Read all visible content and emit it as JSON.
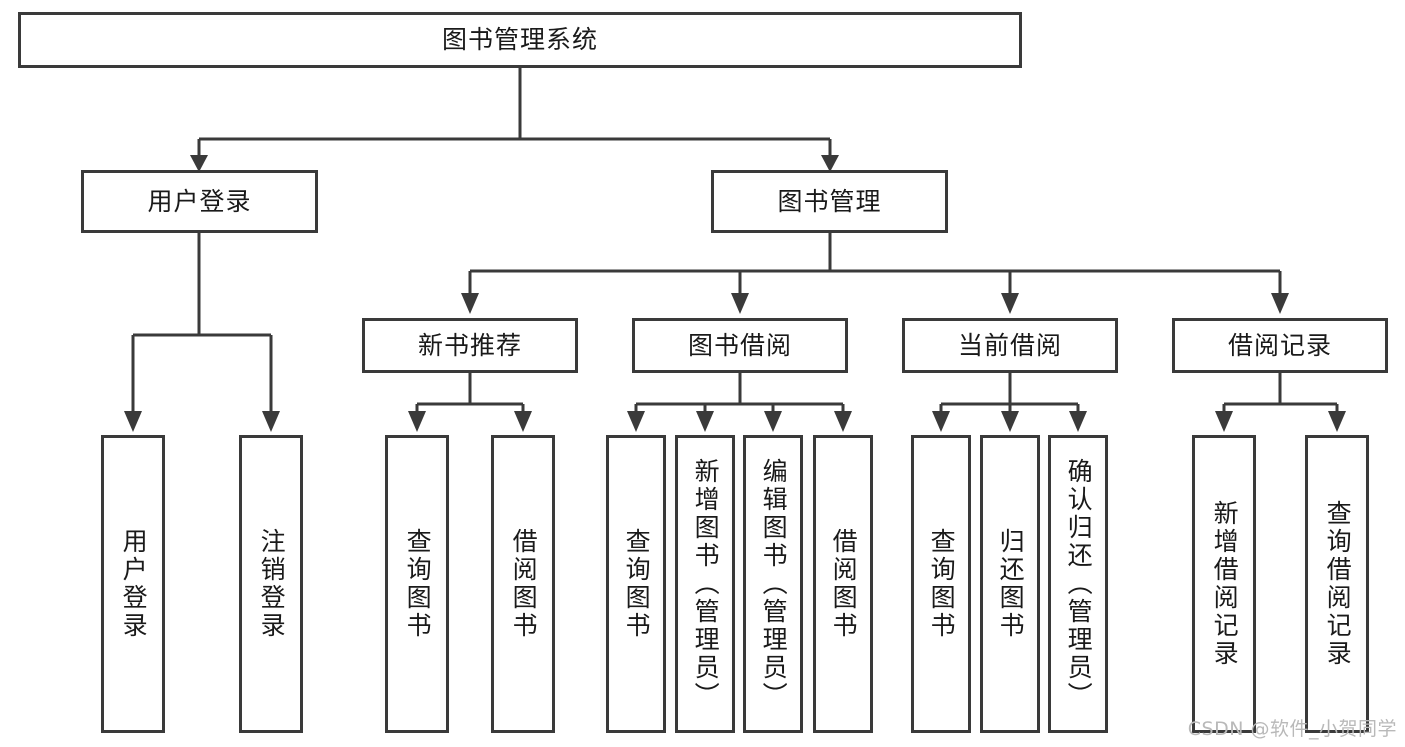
{
  "diagram": {
    "type": "tree",
    "title": "图书管理系统",
    "orientation": "top-down",
    "colors": {
      "stroke": "#3a3a3a",
      "box_fill": "#ffffff",
      "text": "#1a1a1a",
      "background": "#ffffff",
      "watermark": "#b9b9b9"
    },
    "root": {
      "label": "图书管理系统"
    },
    "level2": [
      {
        "label": "用户登录"
      },
      {
        "label": "图书管理"
      }
    ],
    "level3": [
      {
        "label": "新书推荐"
      },
      {
        "label": "图书借阅"
      },
      {
        "label": "当前借阅"
      },
      {
        "label": "借阅记录"
      }
    ],
    "leaves": {
      "user_login": [
        {
          "label": "用户登录"
        },
        {
          "label": "注销登录"
        }
      ],
      "new_book_recommend": [
        {
          "label": "查询图书"
        },
        {
          "label": "借阅图书"
        }
      ],
      "book_borrow": [
        {
          "label": "查询图书"
        },
        {
          "label": "新增图书（管理员）"
        },
        {
          "label": "编辑图书（管理员）"
        },
        {
          "label": "借阅图书"
        }
      ],
      "current_borrow": [
        {
          "label": "查询图书"
        },
        {
          "label": "归还图书"
        },
        {
          "label": "确认归还（管理员）"
        }
      ],
      "borrow_record": [
        {
          "label": "新增借阅记录"
        },
        {
          "label": "查询借阅记录"
        }
      ]
    }
  },
  "watermark": {
    "text": "CSDN @软件_小贺同学"
  }
}
